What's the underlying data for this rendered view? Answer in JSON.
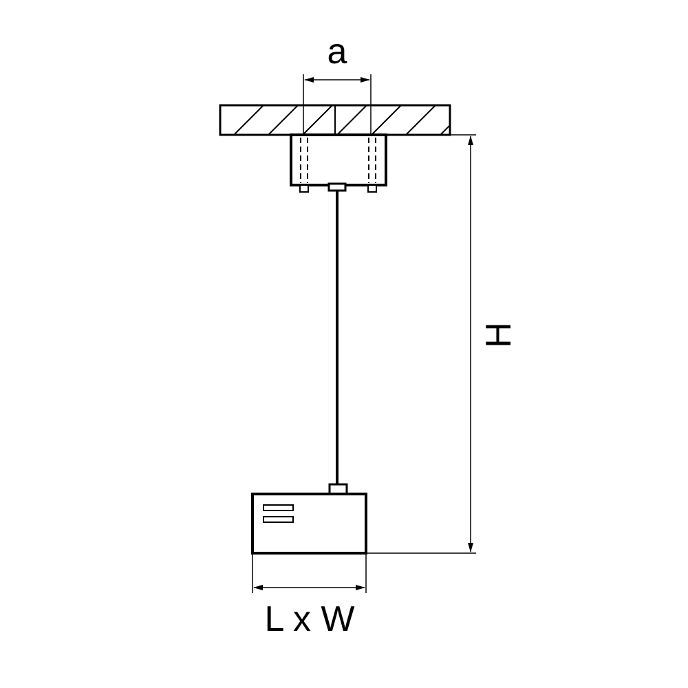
{
  "diagram": {
    "labels": {
      "a": "a",
      "height": "H",
      "length_width": "L x W"
    },
    "colors": {
      "stroke": "#000000",
      "background": "#ffffff"
    }
  }
}
